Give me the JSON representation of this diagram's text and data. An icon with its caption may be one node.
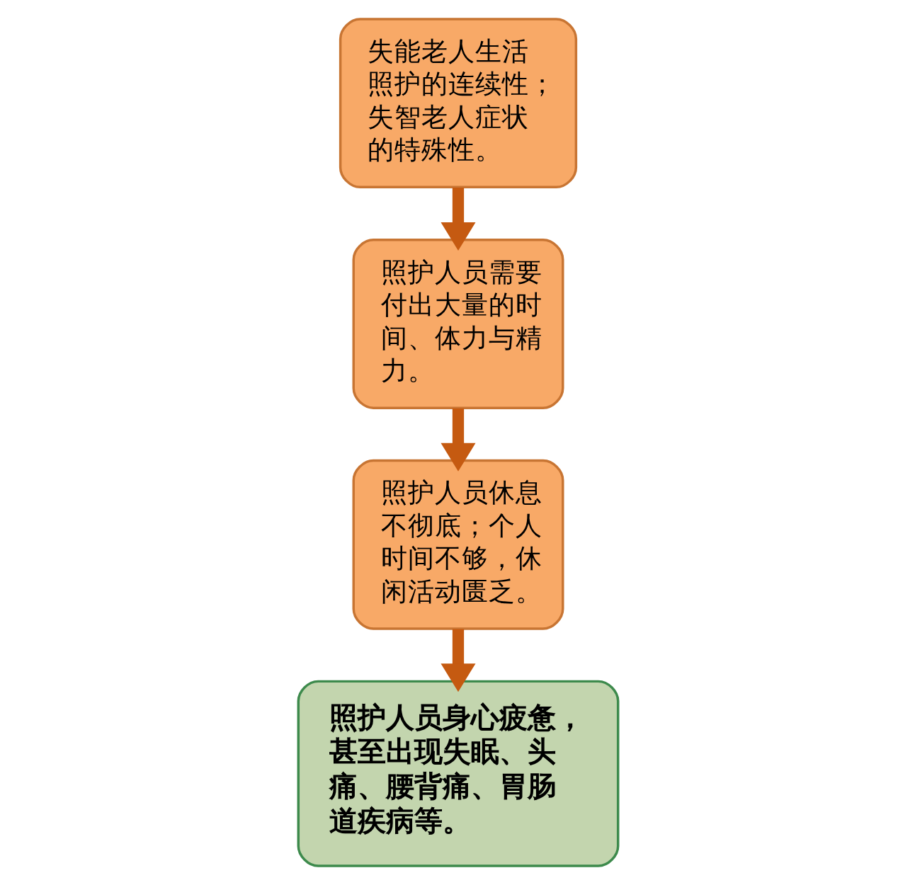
{
  "diagram": {
    "nodes": [
      {
        "text": [
          "失能老人生活照护的连续性；失智老人症状的特殊性。"
        ]
      },
      {
        "text": [
          "照护人员需要付出大量的时间、体力与精力。"
        ]
      },
      {
        "text": [
          "照护人员休息不彻底；个人时间不够，休闲活动匮乏。"
        ]
      },
      {
        "text": [
          "照护人员身心疲惫，甚至出现失眠、头痛、腰背痛、胃肠道疾病等。"
        ]
      }
    ],
    "edges": [
      {
        "from": 0,
        "to": 1,
        "arrow": "to"
      },
      {
        "from": 1,
        "to": 2,
        "arrow": "to"
      },
      {
        "from": 2,
        "to": 3,
        "arrow": "to"
      }
    ]
  }
}
